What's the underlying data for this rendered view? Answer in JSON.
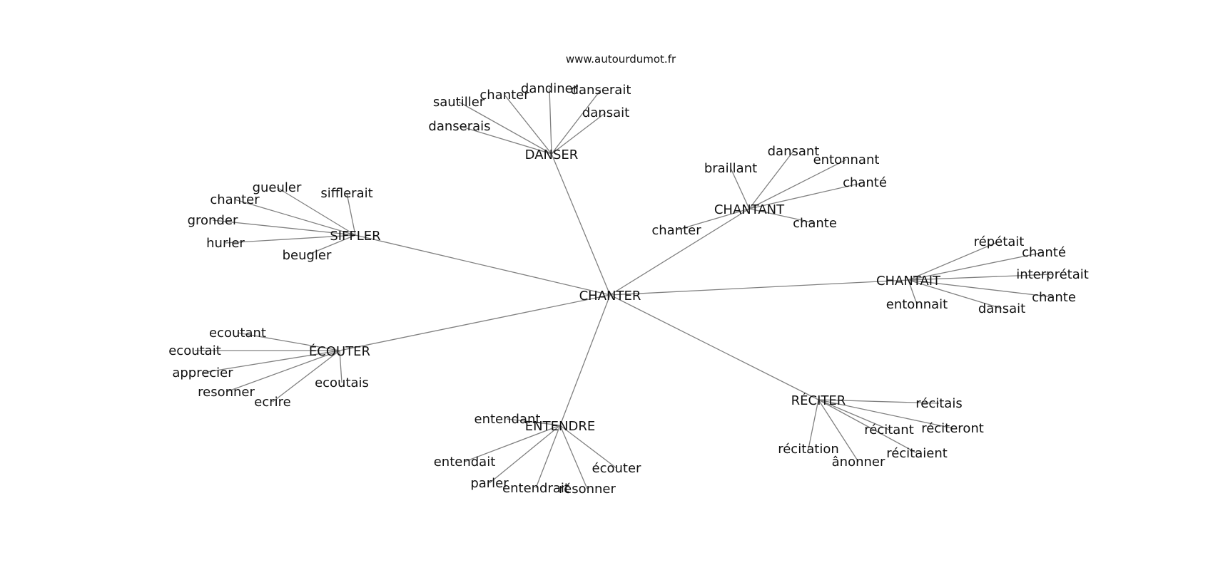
{
  "watermark": "www.autourdumot.fr",
  "colors": {
    "edge": "#808080",
    "text": "#111111",
    "background": "#ffffff"
  },
  "center": {
    "label": "CHANTER"
  },
  "hubs": [
    {
      "label": "DANSER",
      "words": [
        "danserais",
        "sautiller",
        "chanter",
        "dandiner",
        "danserait",
        "dansait"
      ]
    },
    {
      "label": "SIFFLER",
      "words": [
        "gueuler",
        "sifflerait",
        "chanter",
        "gronder",
        "hurler",
        "beugler"
      ]
    },
    {
      "label": "CHANTANT",
      "words": [
        "braillant",
        "dansant",
        "entonnant",
        "chanté",
        "chanter",
        "chante"
      ]
    },
    {
      "label": "CHANTAIT",
      "words": [
        "répétait",
        "chanté",
        "interprétait",
        "chante",
        "dansait",
        "entonnait"
      ]
    },
    {
      "label": "ÉCOUTER",
      "words": [
        "ecoutant",
        "ecoutait",
        "apprecier",
        "resonner",
        "ecrire",
        "ecoutais"
      ]
    },
    {
      "label": "ENTENDRE",
      "words": [
        "entendant",
        "entendait",
        "parler",
        "entendrait",
        "résonner",
        "écouter"
      ]
    },
    {
      "label": "RÉCITER",
      "words": [
        "récitais",
        "récitant",
        "réciteront",
        "récitaient",
        "ânonner",
        "récitation"
      ]
    }
  ]
}
